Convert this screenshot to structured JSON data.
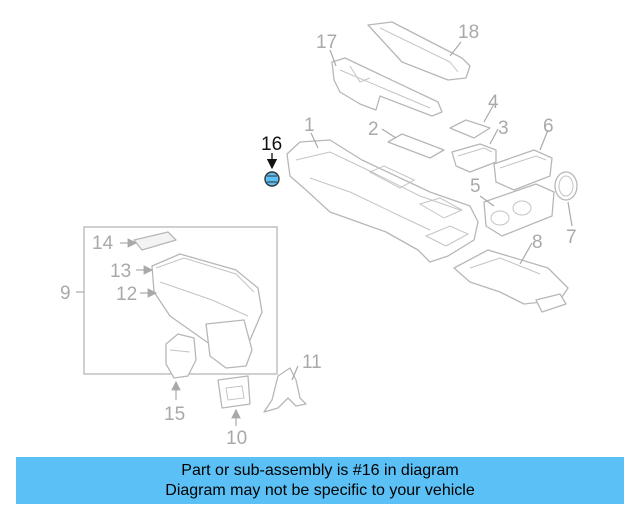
{
  "highlight_color": "#5bc0f5",
  "part_label_color": "#a9a9a9",
  "active_label_color": "#111111",
  "callouts": [
    "1",
    "2",
    "3",
    "4",
    "5",
    "6",
    "7",
    "8",
    "9",
    "10",
    "11",
    "12",
    "13",
    "14",
    "15",
    "16",
    "17",
    "18"
  ],
  "highlighted_part": "16",
  "banner": {
    "line1": "Part or sub-assembly is #16 in diagram",
    "line2": "Diagram may not be specific to your vehicle"
  }
}
